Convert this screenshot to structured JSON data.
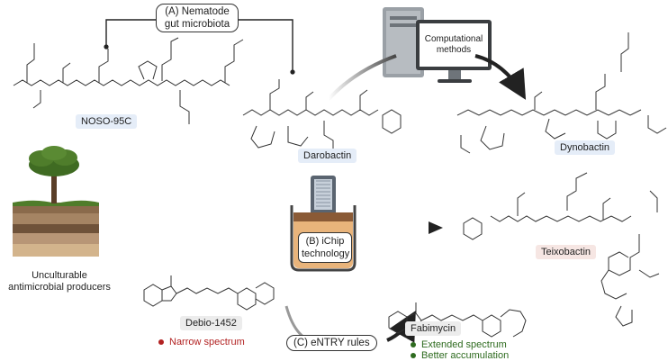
{
  "labels": {
    "nematode": "(A) Nematode\ngut microbiota",
    "computational": "Computational\nmethods",
    "ichip": "(B) iChip\ntechnology",
    "entry": "(C) eNTRY rules",
    "producers": "Unculturable\nantimicrobial producers"
  },
  "compounds": {
    "noso": "NOSO-95C",
    "darobactin": "Darobactin",
    "dynobactin": "Dynobactin",
    "teixobactin": "Teixobactin",
    "debio": "Debio-1452",
    "fabimycin": "Fabimycin"
  },
  "bullets": {
    "debio": [
      "Narrow spectrum"
    ],
    "fabimycin": [
      "Extended spectrum",
      "Better accumulation"
    ]
  },
  "colors": {
    "arrow": "#2b2b2b",
    "tag_blue": "#e5edf8",
    "tag_pink": "#f6e6e3",
    "tag_grey": "#ececec",
    "negative": "#b22222",
    "positive": "#2e6b1f"
  }
}
